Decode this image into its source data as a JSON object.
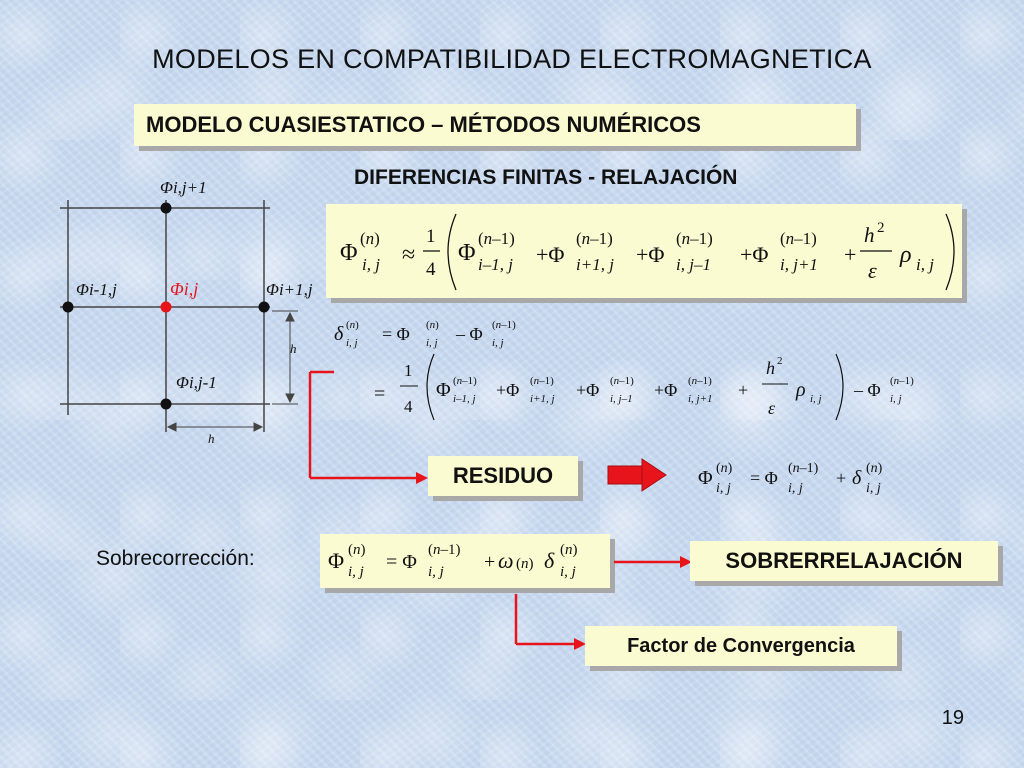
{
  "slide": {
    "title": "MODELOS EN COMPATIBILIDAD ELECTROMAGNETICA",
    "subtitle": "MODELO CUASIESTATICO – MÉTODOS NUMÉRICOS",
    "section_title": "DIFERENCIAS FINITAS - RELAJACIÓN",
    "page_number": "19"
  },
  "grid": {
    "node_top": "Φi,j+1",
    "node_left": "Φi-1,j",
    "node_center": "Φi,j",
    "node_right": "Φi+1,j",
    "node_bottom": "Φi,j-1",
    "spacing_vertical": "h",
    "spacing_horizontal": "h"
  },
  "labels": {
    "residuo": "RESIDUO",
    "sobrecorreccion": "Sobrecorrección:",
    "sobrerrelajacion": "SOBRERRELAJACIÓN",
    "factor": "Factor de Convergencia"
  },
  "colors": {
    "box_fill": "#fbfbd2",
    "arrow_red": "#e8141b",
    "center_node": "#e8141b"
  }
}
